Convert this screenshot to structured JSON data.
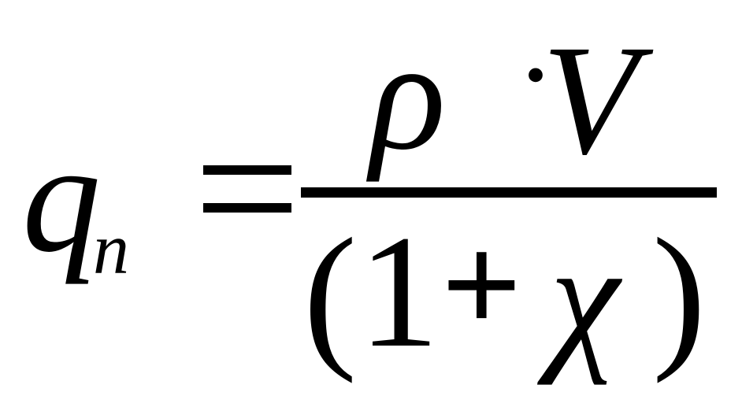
{
  "formula": {
    "lhs": {
      "symbol": "q",
      "subscript": "п"
    },
    "relation": "=",
    "numerator": {
      "first": "ρ",
      "operator": "·",
      "second": "V"
    },
    "denominator": {
      "open_paren": "(",
      "first": "1",
      "operator": "+",
      "second": "χ",
      "close_paren": ")"
    }
  }
}
